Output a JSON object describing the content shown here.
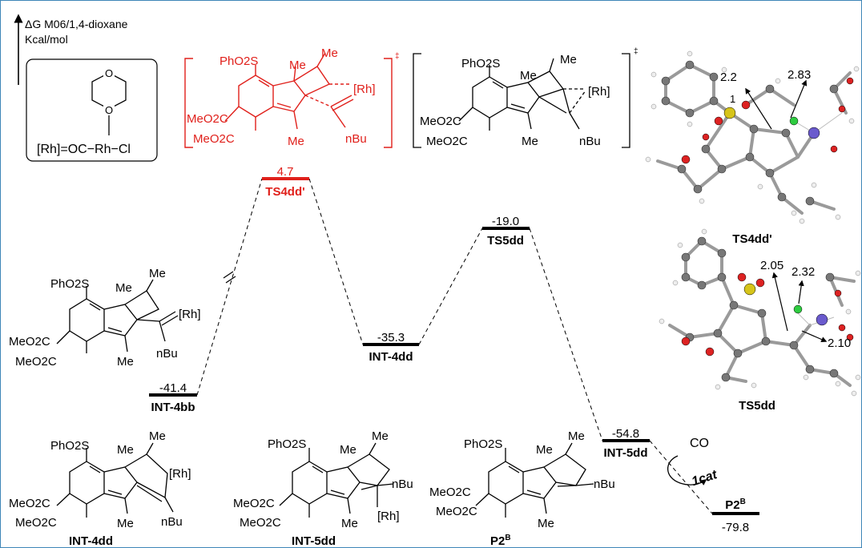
{
  "axis": {
    "energy_label": "ΔG M06/1,4-dioxane",
    "energy_unit": "Kcal/mol"
  },
  "legend": {
    "rh_definition": "[Rh]=OC−Rh−Cl"
  },
  "levels": [
    {
      "name": "INT-4bb",
      "value": "-41.4",
      "color": "#000000"
    },
    {
      "name": "TS4dd'",
      "value": "4.7",
      "color": "#e0201b"
    },
    {
      "name": "INT-4dd",
      "value": "-35.3",
      "color": "#000000"
    },
    {
      "name": "TS5dd",
      "value": "-19.0",
      "color": "#000000"
    },
    {
      "name": "INT-5dd",
      "value": "-54.8",
      "color": "#000000"
    },
    {
      "name": "P2B",
      "value": "-79.8",
      "color": "#000000"
    }
  ],
  "co_label": "CO",
  "catalyst_label": "1cat",
  "transition_structures": [
    {
      "name": "TS4dd'",
      "color": "#e0201b",
      "labels": {
        "sulfone": "PhO2S",
        "me_top": "Me",
        "me_gem": "Me",
        "rh": "[Rh]",
        "ester1": "MeO2C",
        "ester2": "MeO2C",
        "me_bottom": "Me",
        "bu": "nBu"
      }
    },
    {
      "name": "TS5dd",
      "color": "#000000",
      "labels": {
        "sulfone": "PhO2S",
        "me_top": "Me",
        "me_gem": "Me",
        "rh": "[Rh]",
        "ester1": "MeO2C",
        "ester2": "MeO2C",
        "me_bottom": "Me",
        "bu": "nBu"
      }
    }
  ],
  "geometries": [
    {
      "name": "TS4dd'",
      "distances": [
        "2.2",
        "2.83"
      ],
      "atom_label": "1"
    },
    {
      "name": "TS5dd",
      "distances": [
        "2.05",
        "2.32",
        "2.10"
      ]
    }
  ],
  "structures": [
    {
      "name": "INT-4bb",
      "labels": {
        "sulfone": "PhO2S",
        "me1": "Me",
        "me2": "Me",
        "rh": "[Rh]",
        "ester1": "MeO2C",
        "ester2": "MeO2C",
        "me3": "Me",
        "bu": "nBu"
      }
    },
    {
      "name": "INT-4dd",
      "labels": {
        "sulfone": "PhO2S",
        "me1": "Me",
        "me2": "Me",
        "rh": "[Rh]",
        "ester1": "MeO2C",
        "ester2": "MeO2C",
        "me3": "Me",
        "bu": "nBu"
      }
    },
    {
      "name": "INT-5dd",
      "labels": {
        "sulfone": "PhO2S",
        "me1": "Me",
        "me2": "Me",
        "rh": "[Rh]",
        "ester1": "MeO2C",
        "ester2": "MeO2C",
        "me3": "Me",
        "bu": "nBu"
      }
    },
    {
      "name": "P2B",
      "labels": {
        "sulfone": "PhO2S",
        "me1": "Me",
        "me2": "Me",
        "ester1": "MeO2C",
        "ester2": "MeO2C",
        "me3": "Me",
        "bu": "nBu"
      }
    }
  ]
}
